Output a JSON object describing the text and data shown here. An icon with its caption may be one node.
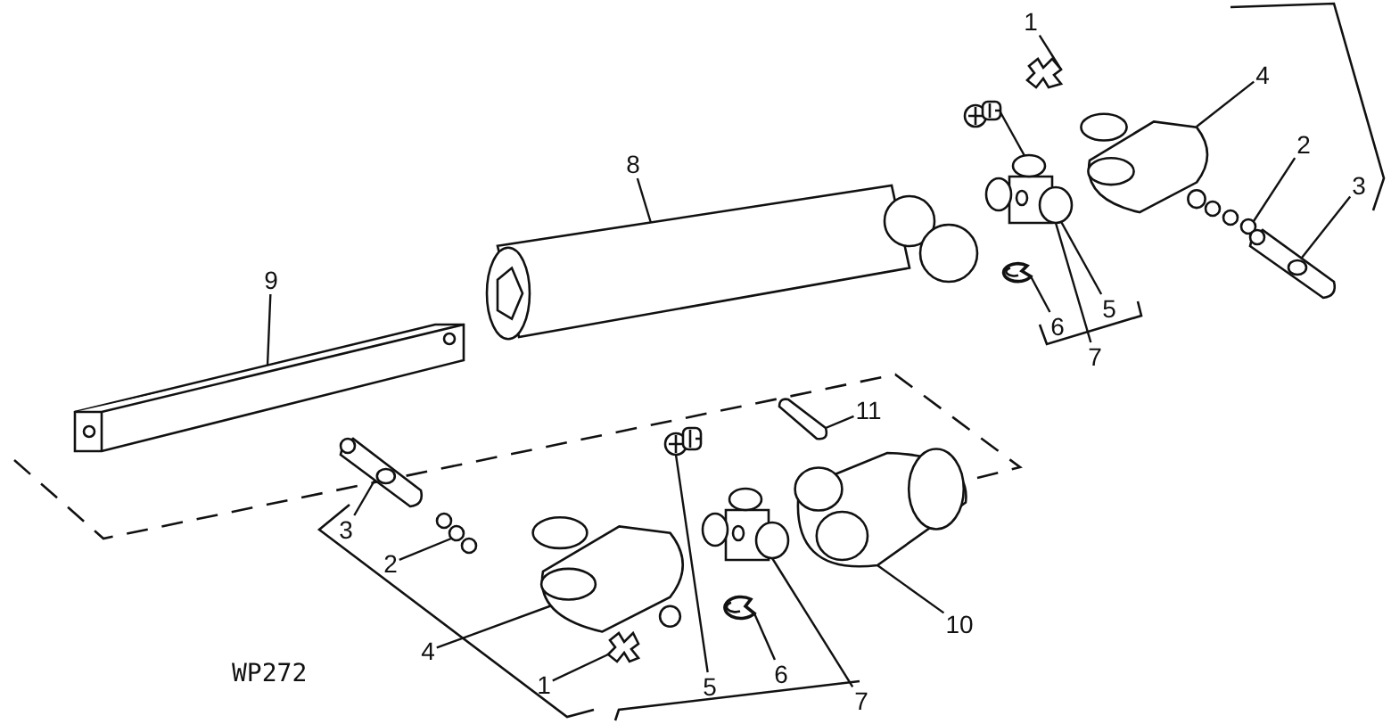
{
  "diagram": {
    "nodes": [
      {
        "text": [
          "1"
        ]
      },
      {
        "text": [],
        "shape": "picture"
      },
      {
        "text": [
          "4"
        ]
      },
      {
        "text": [],
        "shape": "picture"
      },
      {
        "text": [
          "2"
        ]
      },
      {
        "text": [],
        "shape": "picture"
      },
      {
        "text": [
          "3"
        ]
      },
      {
        "text": [],
        "shape": "picture"
      },
      {
        "text": [
          "8"
        ]
      },
      {
        "text": [],
        "shape": "picture"
      },
      {
        "text": [
          "5"
        ]
      },
      {
        "text": [],
        "shape": "picture"
      },
      {
        "text": [
          "6"
        ]
      },
      {
        "text": [],
        "shape": "picture"
      },
      {
        "text": [
          "7"
        ]
      },
      {
        "text": [],
        "shape": "picture"
      },
      {
        "text": [
          "9"
        ]
      },
      {
        "text": [],
        "shape": "picture"
      },
      {
        "text": [
          "11"
        ]
      },
      {
        "text": [],
        "shape": "picture"
      },
      {
        "text": [
          "3"
        ]
      },
      {
        "text": [],
        "shape": "picture"
      },
      {
        "text": [
          "2"
        ]
      },
      {
        "text": [],
        "shape": "picture"
      },
      {
        "text": [
          "10"
        ]
      },
      {
        "text": [],
        "shape": "picture"
      },
      {
        "text": [
          "4"
        ]
      },
      {
        "text": [],
        "shape": "picture"
      },
      {
        "text": [
          "5"
        ]
      },
      {
        "text": [],
        "shape": "picture"
      },
      {
        "text": [
          "6"
        ]
      },
      {
        "text": [],
        "shape": "picture"
      },
      {
        "text": [
          "7"
        ]
      },
      {
        "text": [],
        "shape": "picture"
      },
      {
        "text": [
          "1"
        ]
      },
      {
        "text": [],
        "shape": "picture"
      }
    ],
    "edges": [
      {
        "from": 0,
        "to": 1,
        "arrow": "none"
      },
      {
        "from": 2,
        "to": 3,
        "arrow": "none"
      },
      {
        "from": 4,
        "to": 5,
        "arrow": "none"
      },
      {
        "from": 6,
        "to": 7,
        "arrow": "none"
      },
      {
        "from": 8,
        "to": 9,
        "arrow": "none"
      },
      {
        "from": 10,
        "to": 11,
        "arrow": "none"
      },
      {
        "from": 12,
        "to": 13,
        "arrow": "none"
      },
      {
        "from": 14,
        "to": 15,
        "arrow": "none"
      },
      {
        "from": 16,
        "to": 17,
        "arrow": "none"
      },
      {
        "from": 18,
        "to": 19,
        "arrow": "none"
      },
      {
        "from": 20,
        "to": 21,
        "arrow": "none"
      },
      {
        "from": 22,
        "to": 23,
        "arrow": "none"
      },
      {
        "from": 24,
        "to": 25,
        "arrow": "none"
      },
      {
        "from": 26,
        "to": 27,
        "arrow": "none"
      },
      {
        "from": 28,
        "to": 29,
        "arrow": "none"
      },
      {
        "from": 30,
        "to": 31,
        "arrow": "none"
      },
      {
        "from": 32,
        "to": 33,
        "arrow": "none"
      },
      {
        "from": 34,
        "to": 35,
        "arrow": "none"
      }
    ],
    "labels": [
      "WP272"
    ]
  }
}
